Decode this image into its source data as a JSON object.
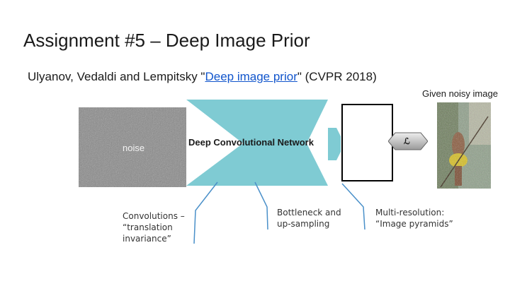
{
  "title": "Assignment #5 – Deep Image Prior",
  "citation": {
    "prefix": "Ulyanov, Vedaldi and Lempitsky \"",
    "link_text": "Deep image prior",
    "suffix": "\" (CVPR 2018)"
  },
  "given_label": "Given noisy image",
  "noise_label": "noise",
  "network_label": "Deep Convolutional Network",
  "loss_symbol": "ℒ",
  "annotations": {
    "convolutions": "Convolutions – “translation invariance”",
    "bottleneck": "Bottleneck and up-sampling",
    "multires": "Multi-resolution: “Image pyramids”"
  },
  "colors": {
    "network_fill": "#7fcbd3",
    "link": "#1155cc",
    "connector": "#4a90c9"
  }
}
